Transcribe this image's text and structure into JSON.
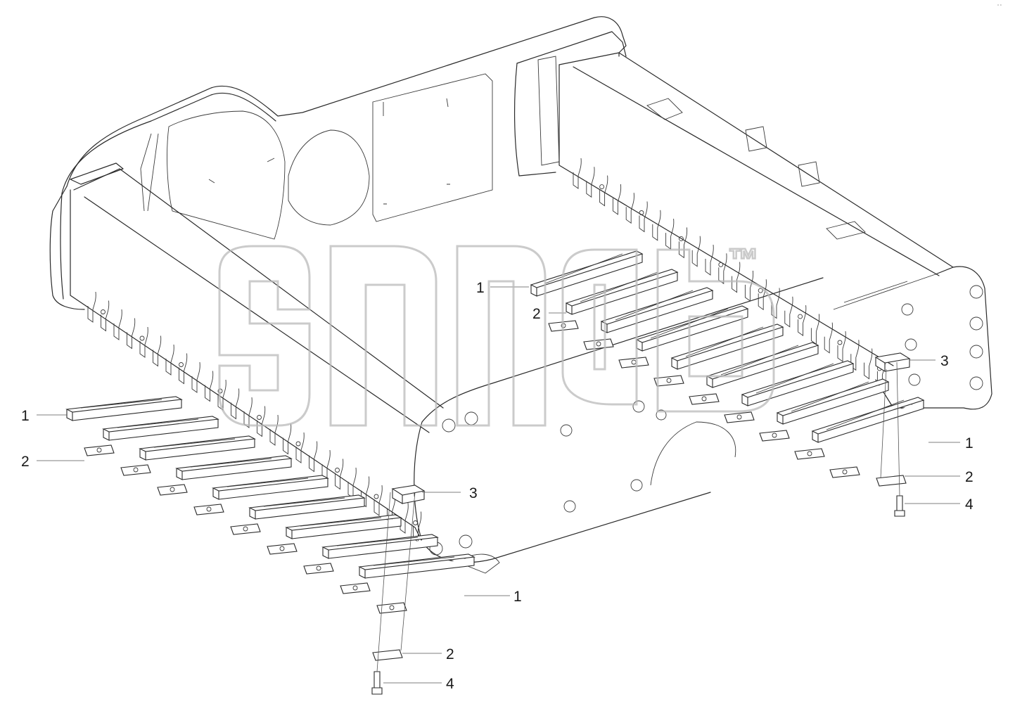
{
  "diagram": {
    "callouts": [
      "1",
      "2",
      "3",
      "4"
    ],
    "watermark_mark": "™"
  }
}
